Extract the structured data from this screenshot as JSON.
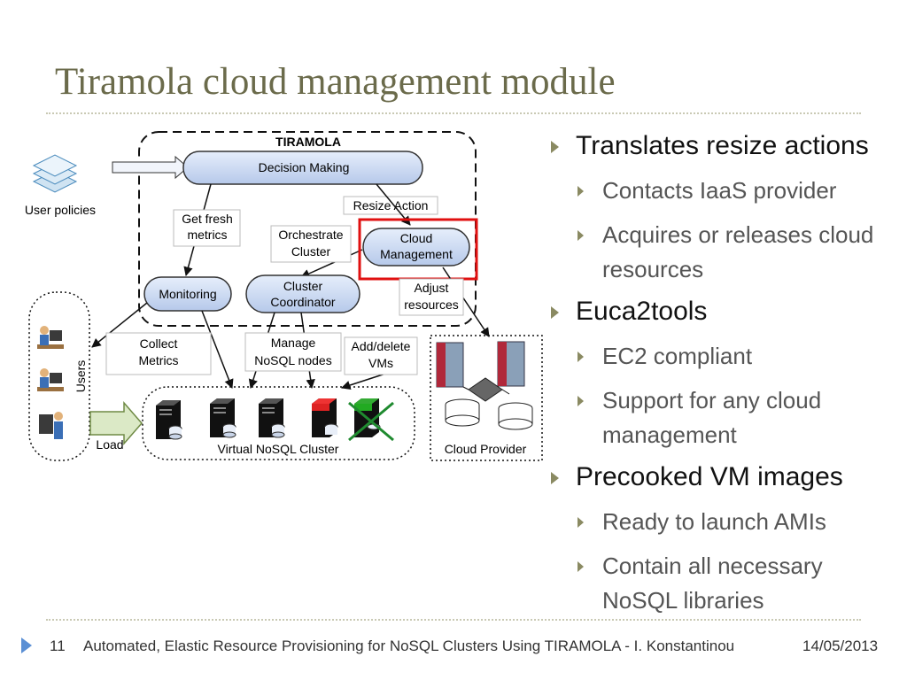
{
  "title": "Tiramola cloud management module",
  "bullets": [
    {
      "level": 1,
      "text": "Translates resize actions"
    },
    {
      "level": 2,
      "text": "Contacts IaaS provider"
    },
    {
      "level": 2,
      "text": "Acquires or releases cloud resources"
    },
    {
      "level": 1,
      "text": "Euca2tools"
    },
    {
      "level": 2,
      "text": "EC2 compliant"
    },
    {
      "level": 2,
      "text": "Support for any cloud management"
    },
    {
      "level": 1,
      "text": "Precooked VM images"
    },
    {
      "level": 2,
      "text": "Ready to launch AMIs"
    },
    {
      "level": 2,
      "text": "Contain all necessary NoSQL libraries"
    }
  ],
  "diagram": {
    "tiramola_label": "TIRAMOLA",
    "decision_making": "Decision Making",
    "user_policies": "User policies",
    "get_fresh_metrics": [
      "Get fresh",
      "metrics"
    ],
    "resize_action": "Resize Action",
    "orchestrate_cluster": [
      "Orchestrate",
      "Cluster"
    ],
    "cloud_management": [
      "Cloud",
      "Management"
    ],
    "monitoring": "Monitoring",
    "cluster_coordinator": [
      "Cluster",
      "Coordinator"
    ],
    "adjust_resources": [
      "Adjust",
      "resources"
    ],
    "collect_metrics": [
      "Collect",
      "Metrics"
    ],
    "manage_nosql": [
      "Manage",
      "NoSQL nodes"
    ],
    "add_delete_vms": [
      "Add/delete",
      "VMs"
    ],
    "users": "Users",
    "load": "Load",
    "virtual_cluster": "Virtual NoSQL Cluster",
    "cloud_provider": "Cloud Provider"
  },
  "footer": {
    "page": "11",
    "text": "Automated, Elastic Resource Provisioning for NoSQL Clusters Using TIRAMOLA - I. Konstantinou",
    "date": "14/05/2013"
  },
  "colors": {
    "title": "#6b6b4b",
    "bullet_marker": "#8a8a62",
    "node_fill": "#c5d5ef",
    "highlight": "#e01010",
    "footer_arrow": "#5a8fd4"
  }
}
